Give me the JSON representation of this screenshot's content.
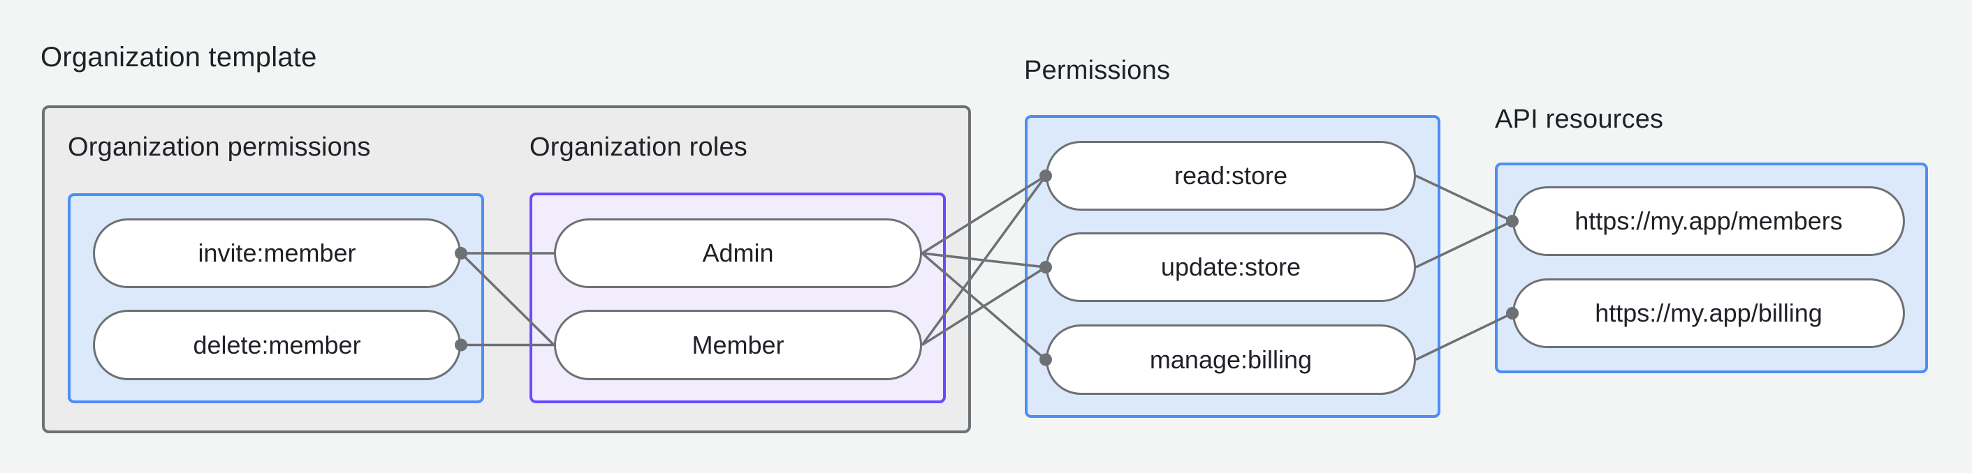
{
  "diagram": {
    "title": "Organization template",
    "groups": [
      {
        "id": "org-permissions",
        "label": "Organization permissions",
        "items": [
          {
            "id": "invite",
            "label": "invite:member"
          },
          {
            "id": "delete",
            "label": "delete:member"
          }
        ]
      },
      {
        "id": "org-roles",
        "label": "Organization roles",
        "items": [
          {
            "id": "admin",
            "label": "Admin"
          },
          {
            "id": "member",
            "label": "Member"
          }
        ]
      },
      {
        "id": "permissions",
        "label": "Permissions",
        "items": [
          {
            "id": "read",
            "label": "read:store"
          },
          {
            "id": "update",
            "label": "update:store"
          },
          {
            "id": "manage",
            "label": "manage:billing"
          }
        ]
      },
      {
        "id": "api-resources",
        "label": "API resources",
        "items": [
          {
            "id": "members",
            "label": "https://my.app/members"
          },
          {
            "id": "billing",
            "label": "https://my.app/billing"
          }
        ]
      }
    ],
    "edges": [
      {
        "from": "invite",
        "to": "admin"
      },
      {
        "from": "invite",
        "to": "member"
      },
      {
        "from": "delete",
        "to": "member"
      },
      {
        "from": "admin",
        "to": "read"
      },
      {
        "from": "admin",
        "to": "update"
      },
      {
        "from": "admin",
        "to": "manage"
      },
      {
        "from": "member",
        "to": "read"
      },
      {
        "from": "member",
        "to": "update"
      },
      {
        "from": "read",
        "to": "members"
      },
      {
        "from": "update",
        "to": "members"
      },
      {
        "from": "manage",
        "to": "billing"
      }
    ],
    "dots": [
      {
        "node": "invite",
        "side": "right"
      },
      {
        "node": "delete",
        "side": "right"
      },
      {
        "node": "read",
        "side": "left"
      },
      {
        "node": "update",
        "side": "left"
      },
      {
        "node": "manage",
        "side": "left"
      },
      {
        "node": "members",
        "side": "left"
      },
      {
        "node": "billing",
        "side": "left"
      }
    ],
    "colors": {
      "background": "#f3f5f4",
      "outer_box_fill": "#ececec",
      "outer_box_border": "#6d7175",
      "blue_box_fill": "#dbe9fb",
      "blue_box_border": "#4d8ef6",
      "purple_box_fill": "#f2edfd",
      "purple_box_border": "#6c49fe",
      "pill_fill": "#ffffff",
      "pill_border": "#6d7175",
      "line": "#6d7175",
      "text": "#1f2127"
    }
  }
}
